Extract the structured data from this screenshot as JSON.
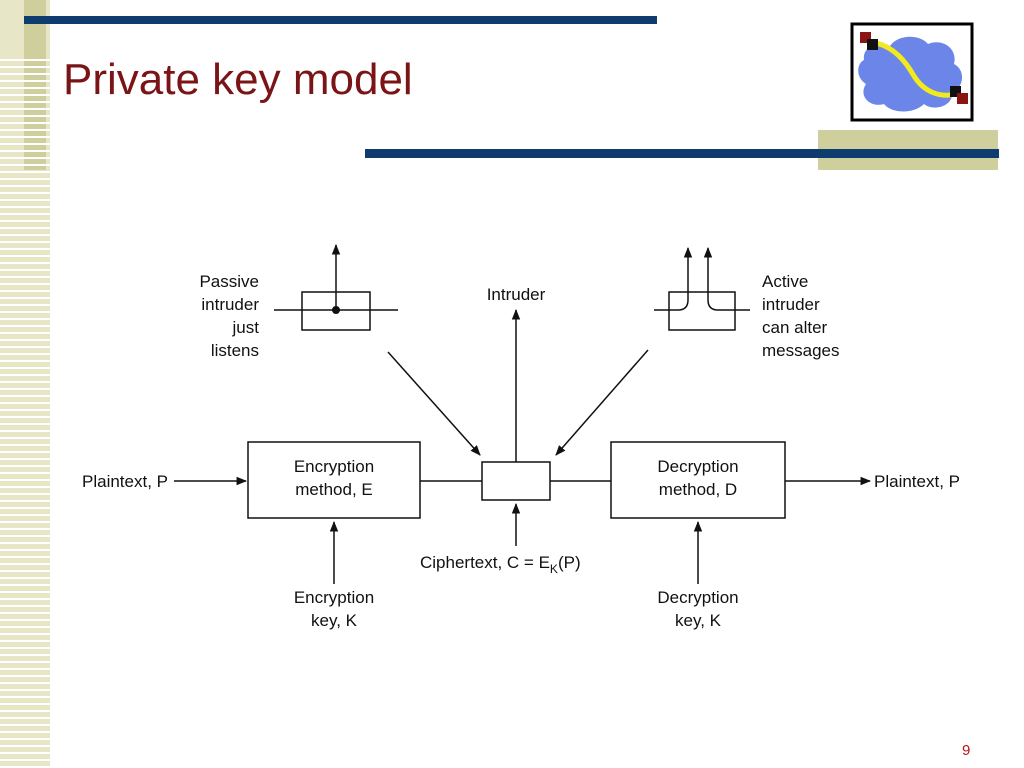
{
  "slide": {
    "title": "Private key model",
    "page_number": "9",
    "colors": {
      "title": "#7a1416",
      "accent_navy": "#0e3c6e",
      "accent_khaki": "#cfcf9e",
      "logo_cloud": "#6b86e8",
      "logo_path": "#f2ea1c",
      "logo_node_dark": "#111111",
      "logo_node_red": "#8b1414"
    },
    "logo_icon": "network-cloud-icon"
  },
  "diagram": {
    "passive_label": [
      "Passive",
      "intruder",
      "just",
      "listens"
    ],
    "intruder_label": "Intruder",
    "active_label": [
      "Active",
      "intruder",
      "can alter",
      "messages"
    ],
    "plaintext_in": "Plaintext, P",
    "plaintext_out": "Plaintext, P",
    "encryption_box": [
      "Encryption",
      "method, E"
    ],
    "decryption_box": [
      "Decryption",
      "method, D"
    ],
    "ciphertext_label": {
      "prefix": "Ciphertext, C = E",
      "subscript": "K",
      "suffix": "(P)"
    },
    "encryption_key": [
      "Encryption",
      "key, K"
    ],
    "decryption_key": [
      "Decryption",
      "key, K"
    ]
  }
}
